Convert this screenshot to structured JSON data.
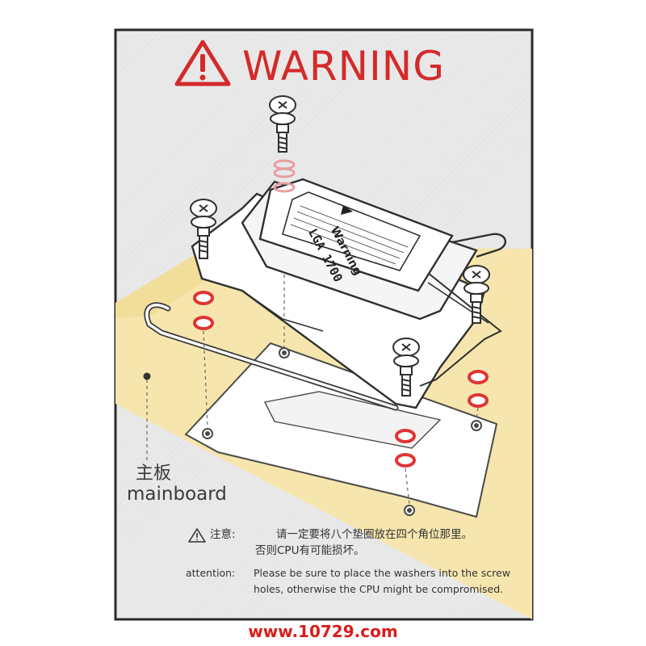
{
  "title": "WARNING",
  "chip": {
    "model": "LGA 1700",
    "label": "Warning"
  },
  "mainboard": {
    "label_cn": "主板",
    "label_en": "mainboard"
  },
  "attention": {
    "label_cn": "注意:",
    "text_cn_line1": "请一定要将八个垫圈放在四个角位那里。",
    "text_cn_line2": "否则CPU有可能损坏。",
    "label_en": "attention:",
    "text_en": "Please be sure to place the washers into the screw holes, otherwise the CPU might be compromised."
  },
  "website": "www.10729.com",
  "colors": {
    "warning_red": "#d42a2a",
    "washer_red": "#e03434",
    "board_yellow": "#f6e6ad",
    "frame": "#2a2a2a",
    "background_gray": "#e9e9e9"
  },
  "icons": [
    "warning-triangle-icon",
    "phillips-screw-icon",
    "washer-ring-icon"
  ]
}
